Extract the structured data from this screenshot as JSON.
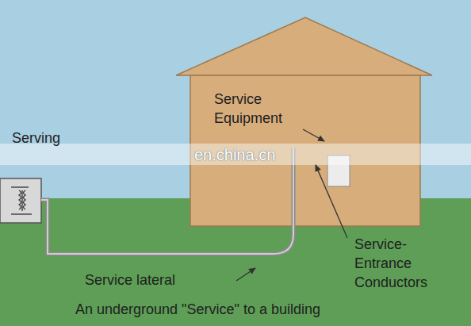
{
  "diagram": {
    "caption": "An underground \"Service\" to a building",
    "labels": [
      "Serving",
      "Service Equipment",
      "Service-Entrance Conductors",
      "Service lateral",
      "en.china.cn"
    ]
  }
}
